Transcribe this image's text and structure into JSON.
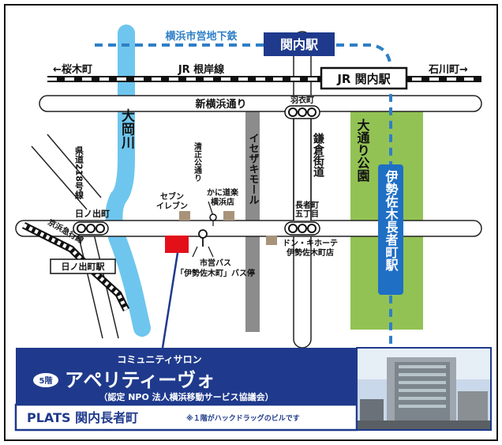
{
  "map": {
    "subway_line": "横浜市営地下鉄",
    "station_kannai": "関内駅",
    "jr_line": "JR 根岸線",
    "jr_station": "JR 関内駅",
    "dir_left": "←桜木町",
    "dir_right": "石川町→",
    "road_shin_yokohama": "新横浜通り",
    "hagoromo": "羽衣町",
    "ooka_river": "大岡川",
    "isezaki_mall": "イセザキモール",
    "kamakura_kaido": "鎌倉街道",
    "odori_park": "大通り公園",
    "isezakichojamachi_st": "伊勢佐木長者町駅",
    "prefectural_road": "県道218号線",
    "kiyomasa_dori": "清正公通り",
    "seven_eleven": "セブン\nイレブン",
    "kani_doraku": "かに道楽\n横浜店",
    "chojamachi_5": "長者町\n五丁目",
    "hinodecho": "日ノ出町",
    "keikyu_line": "京浜急行線",
    "hinodecho_station": "日ノ出町駅",
    "donki": "ドン・キホーテ\n伊勢佐木町店",
    "bus_stop": "市営バス\n「伊勢佐木町」バス停"
  },
  "info": {
    "subtitle": "コミュニティサロン",
    "floor": "5階",
    "name": "アペリティーヴォ",
    "org": "（認定 NPO 法人横浜移動サービス協議会）",
    "building": "PLATS 関内長者町",
    "note": "※１階がハックドラッグのビルです"
  },
  "colors": {
    "navy": "#1f3a8c",
    "river": "#6ec6ee",
    "park": "#93c254",
    "mall": "#8c8c8c",
    "subway": "#2f7fc6",
    "marker": "#e3101a",
    "landmark": "#a8937a"
  }
}
